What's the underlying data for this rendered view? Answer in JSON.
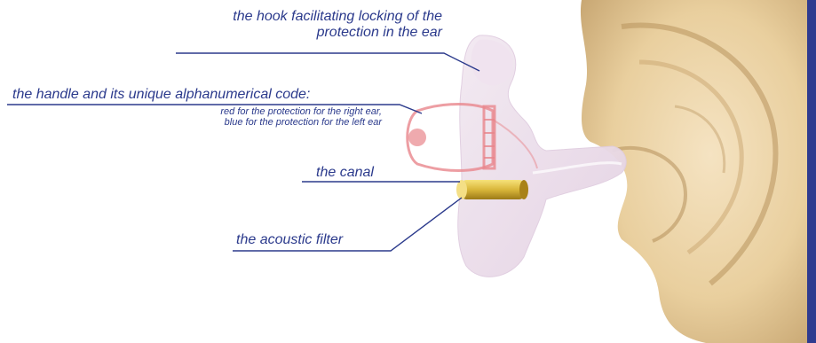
{
  "labels": {
    "hook_line1": "the hook facilitating locking of the",
    "hook_line2": "protection in the ear",
    "handle_title": "the handle and its unique alphanumerical code:",
    "handle_note1": "red for the protection for the right ear,",
    "handle_note2": "blue for the protection for the left ear",
    "canal": "the canal",
    "filter": "the acoustic filter"
  },
  "colors": {
    "label_text": "#2b3a8c",
    "leader_line": "#2b3a8c",
    "ear_skin": "#e8cfa2",
    "earplug_body": "#eadbea",
    "handle_red": "#e8868c",
    "filter_gold": "#d9b63a",
    "edge_strip": "#2f3b8f"
  }
}
